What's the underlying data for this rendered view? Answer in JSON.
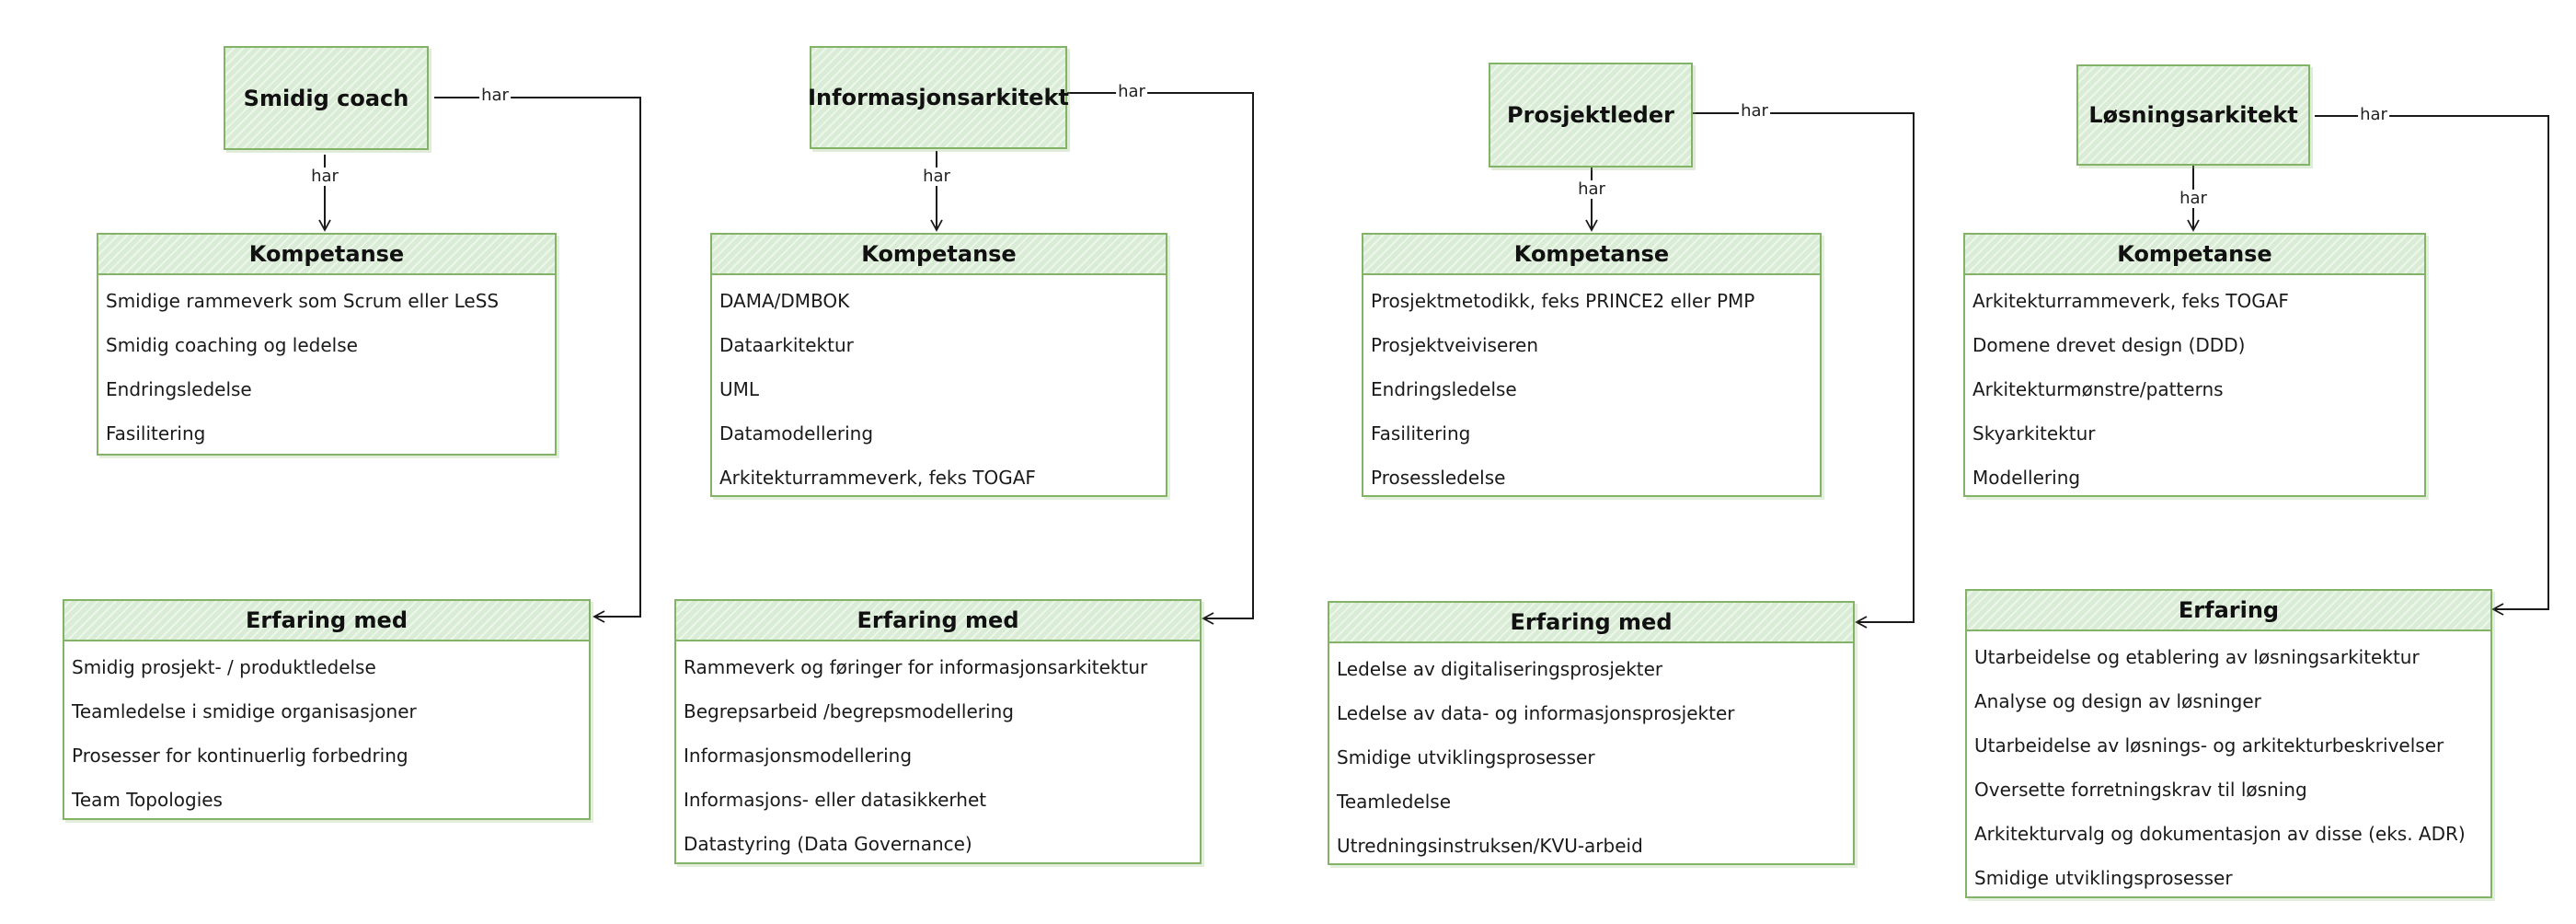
{
  "edge_label": "har",
  "roles": [
    {
      "title": "Smidig coach",
      "kompetanse": {
        "title": "Kompetanse",
        "items": [
          "Smidige rammeverk som Scrum eller LeSS",
          "Smidig coaching og ledelse",
          "Endringsledelse",
          "Fasilitering"
        ]
      },
      "erfaring": {
        "title": "Erfaring med",
        "items": [
          "Smidig prosjekt- / produktledelse",
          "Teamledelse i smidige organisasjoner",
          "Prosesser for kontinuerlig forbedring",
          "Team Topologies"
        ]
      }
    },
    {
      "title": "Informasjonsarkitekt",
      "kompetanse": {
        "title": "Kompetanse",
        "items": [
          "DAMA/DMBOK",
          "Dataarkitektur",
          "UML",
          "Datamodellering",
          "Arkitekturrammeverk, feks TOGAF"
        ]
      },
      "erfaring": {
        "title": "Erfaring med",
        "items": [
          "Rammeverk og føringer for informasjonsarkitektur",
          "Begrepsarbeid /begrepsmodellering",
          "Informasjonsmodellering",
          "Informasjons- eller datasikkerhet",
          "Datastyring (Data Governance)"
        ]
      }
    },
    {
      "title": "Prosjektleder",
      "kompetanse": {
        "title": "Kompetanse",
        "items": [
          "Prosjektmetodikk, feks PRINCE2 eller PMP",
          "Prosjektveiviseren",
          "Endringsledelse",
          "Fasilitering",
          "Prosessledelse"
        ]
      },
      "erfaring": {
        "title": "Erfaring med",
        "items": [
          "Ledelse av digitaliseringsprosjekter",
          "Ledelse av data- og informasjonsprosjekter",
          "Smidige utviklingsprosesser",
          "Teamledelse",
          "Utredningsinstruksen/KVU-arbeid"
        ]
      }
    },
    {
      "title": "Løsningsarkitekt",
      "kompetanse": {
        "title": "Kompetanse",
        "items": [
          "Arkitekturrammeverk, feks TOGAF",
          "Domene drevet design (DDD)",
          "Arkitekturmønstre/patterns",
          "Skyarkitektur",
          "Modellering"
        ]
      },
      "erfaring": {
        "title": "Erfaring",
        "items": [
          "Utarbeidelse og etablering av løsningsarkitektur",
          "Analyse og design av løsninger",
          "Utarbeidelse av løsnings- og arkitekturbeskrivelser",
          "Oversette forretningskrav til løsning",
          "Arkitekturvalg og dokumentasjon av disse (eks. ADR)",
          "Smidige utviklingsprosesser"
        ]
      }
    }
  ]
}
